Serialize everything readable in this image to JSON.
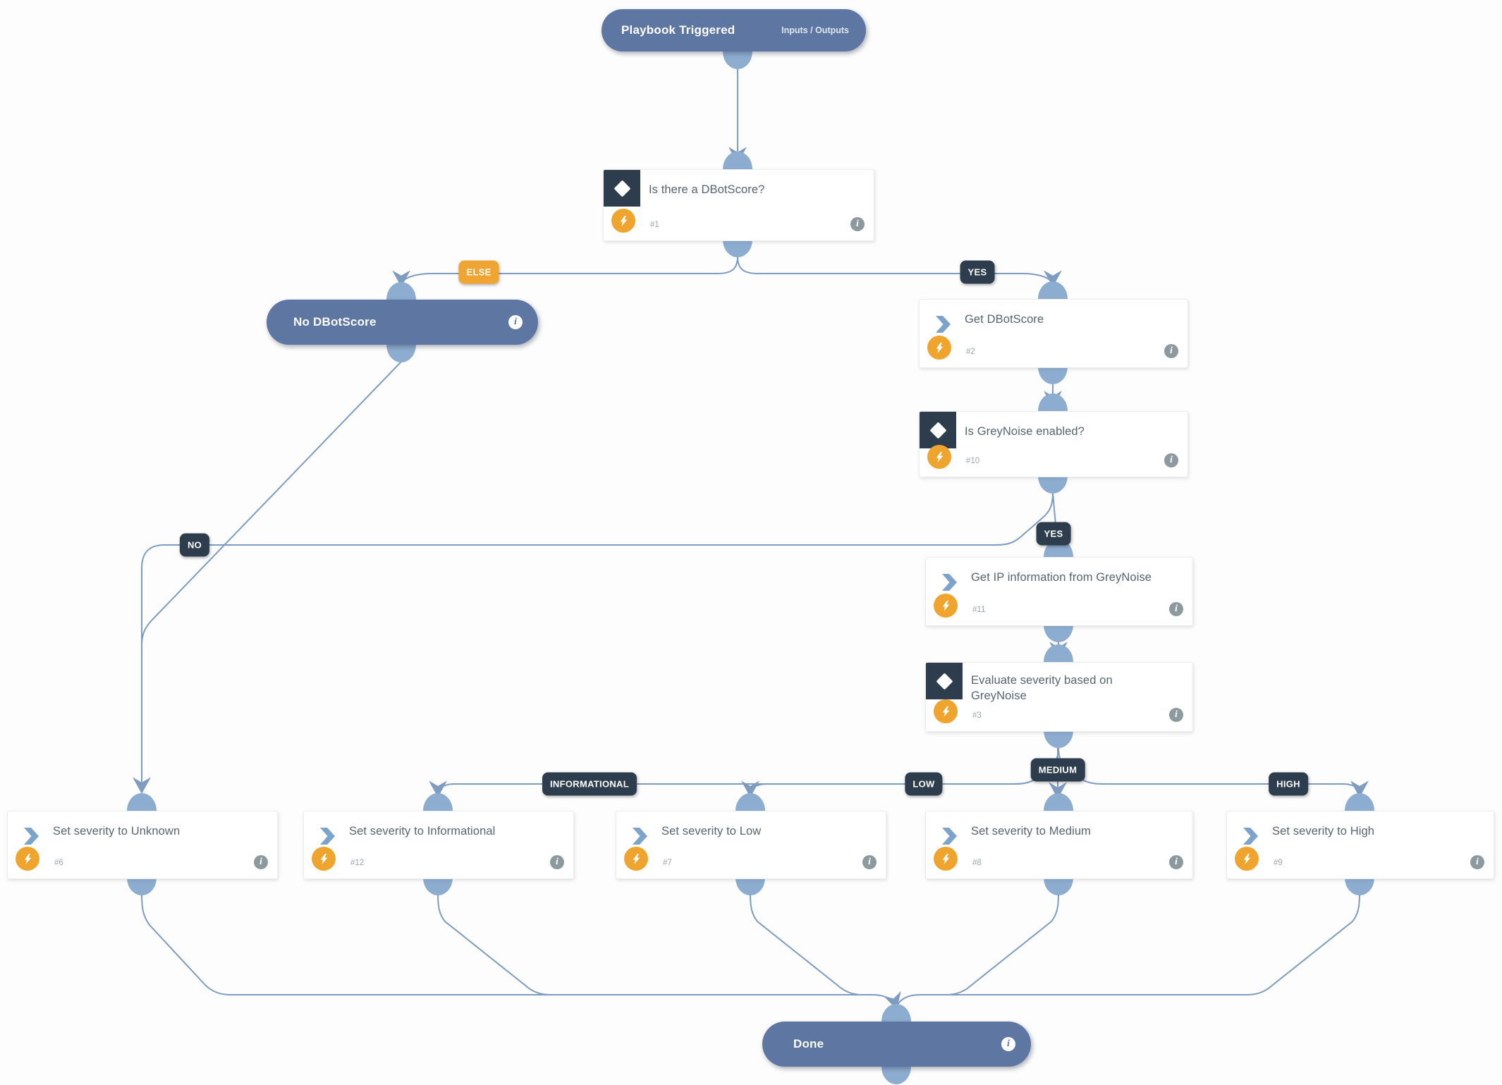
{
  "canvas": {
    "bg": "#fdfdfd"
  },
  "colors": {
    "pill_blue": "#5d76a2",
    "dark_label": "#2d3d4e",
    "orange_label": "#f0a532",
    "wire": "#7e9cbf",
    "connector": "#8dadd0",
    "bolt_orange": "#efa42d",
    "chevron_blue": "#7ca4ca",
    "title_text": "#57646f",
    "id_text": "#9aa5ac",
    "info_gray": "#8c999e"
  },
  "icons": {
    "info": "i"
  },
  "nodes": {
    "trigger": {
      "title": "Playbook Triggered",
      "subtitle": "Inputs / Outputs"
    },
    "cond_dbotscore": {
      "title": "Is there a DBotScore?",
      "id": "#1"
    },
    "no_dbotscore": {
      "title": "No DBotScore"
    },
    "get_dbotscore": {
      "title": "Get DBotScore",
      "id": "#2"
    },
    "cond_greynoise": {
      "title": "Is GreyNoise enabled?",
      "id": "#10"
    },
    "get_ip_info": {
      "title": "Get IP information from GreyNoise",
      "id": "#11"
    },
    "evaluate_severity": {
      "title": "Evaluate severity based on GreyNoise",
      "id": "#3"
    },
    "sev_unknown": {
      "title": "Set severity to Unknown",
      "id": "#6"
    },
    "sev_informational": {
      "title": "Set severity to Informational",
      "id": "#12"
    },
    "sev_low": {
      "title": "Set severity to Low",
      "id": "#7"
    },
    "sev_medium": {
      "title": "Set severity to Medium",
      "id": "#8"
    },
    "sev_high": {
      "title": "Set severity to High",
      "id": "#9"
    },
    "done": {
      "title": "Done"
    }
  },
  "branch_labels": {
    "else": "ELSE",
    "yes_dbotscore": "YES",
    "no_greynoise": "NO",
    "yes_greynoise": "YES",
    "informational": "INFORMATIONAL",
    "low": "LOW",
    "medium": "MEDIUM",
    "high": "HIGH"
  }
}
